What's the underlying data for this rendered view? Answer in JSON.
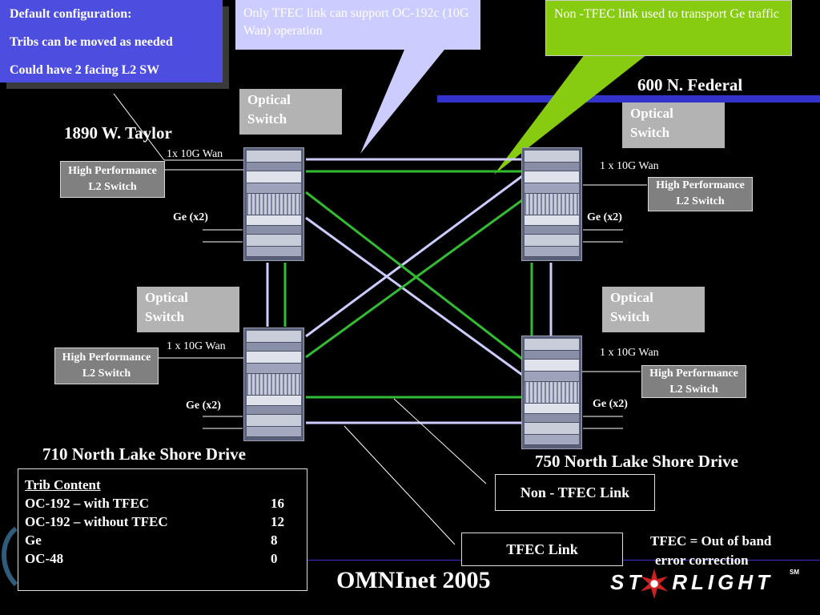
{
  "callouts": {
    "default": {
      "line1": "Default configuration:",
      "line2": "Tribs can be moved as needed",
      "line3": "Could have 2 facing L2 SW",
      "color": "#4d4de0"
    },
    "tfec_only": {
      "text": "Only TFEC link can support OC-192c (10G Wan) operation",
      "color": "#ccccff"
    },
    "non_tfec": {
      "text": "Non -TFEC link used to transport Ge traffic",
      "color": "#88cc11"
    }
  },
  "sites": {
    "taylor": "1890 W. Taylor",
    "federal": "600 N. Federal",
    "lsd710": "710 North Lake Shore Drive",
    "lsd750": "750 North Lake Shore Drive"
  },
  "optical_switch": {
    "label_line1": "Optical",
    "label_line2": "Switch"
  },
  "l2_switch": {
    "label_line1": "High Performance",
    "label_line2": "L2 Switch"
  },
  "wan_labels": {
    "taylor": "1x 10G Wan",
    "federal": "1 x 10G Wan",
    "lsd710": "1 x 10G Wan",
    "lsd750": "1 x 10G Wan"
  },
  "ge_label": "Ge (x2)",
  "legend": {
    "non_tfec": "Non - TFEC Link",
    "tfec": "TFEC Link",
    "tfec_note_line1": "TFEC = Out of band",
    "tfec_note_line2": "error correction"
  },
  "trib": {
    "title": "Trib Content",
    "rows": [
      {
        "label": "OC-192 – with  TFEC",
        "value": "16"
      },
      {
        "label": "OC-192 – without TFEC",
        "value": "12"
      },
      {
        "label": "Ge",
        "value": "8"
      },
      {
        "label": "OC-48",
        "value": "0"
      }
    ]
  },
  "footer": {
    "title": "OMNInet 2005",
    "logo": "STARLIGHT",
    "logo_mark": "SM"
  },
  "colors": {
    "tfec_link": "#ccccff",
    "non_tfec_link": "#33bb33",
    "accent_bar": "#3333cc"
  }
}
